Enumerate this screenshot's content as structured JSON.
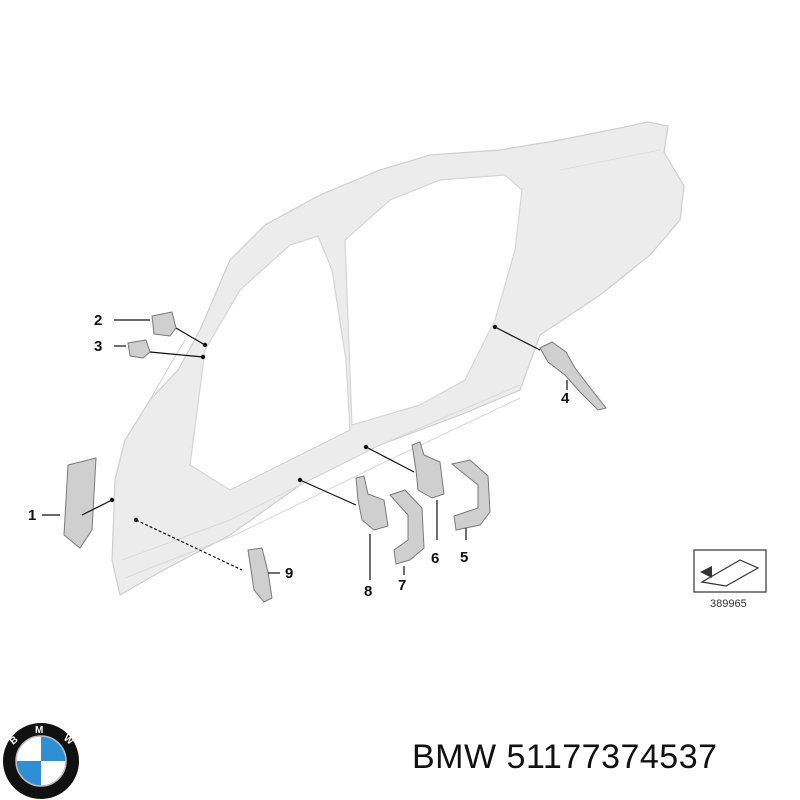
{
  "diagram": {
    "callouts": [
      "1",
      "2",
      "3",
      "4",
      "5",
      "6",
      "7",
      "8",
      "9"
    ],
    "reference_number": "389965"
  },
  "caption": {
    "brand": "BMW",
    "part_number": "51177374537"
  },
  "logo": {
    "text": "BMW",
    "colors": {
      "blue": "#2d8fd6",
      "white": "#ffffff",
      "ring": "#111111"
    }
  }
}
